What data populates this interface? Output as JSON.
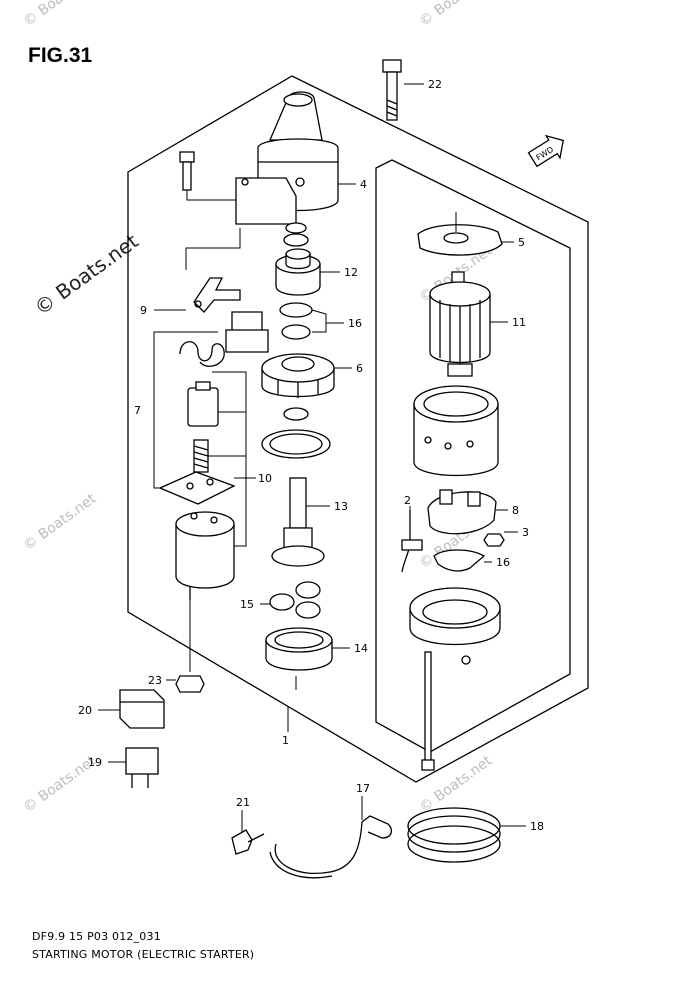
{
  "figure": {
    "title": "FIG.31",
    "code": "DF9.9 15 P03 012_031",
    "caption": "STARTING MOTOR (ELECTRIC STARTER)"
  },
  "watermark": {
    "main": "© Boats.net",
    "faint": "© Boats.net"
  },
  "fwd_label": "FWD",
  "callouts": {
    "c1": "1",
    "c2": "2",
    "c3": "3",
    "c4": "4",
    "c5": "5",
    "c6": "6",
    "c7": "7",
    "c8": "8",
    "c9": "9",
    "c10": "10",
    "c11": "11",
    "c12": "12",
    "c13": "13",
    "c14": "14",
    "c15": "15",
    "c16a": "16",
    "c16b": "16",
    "c17": "17",
    "c18": "18",
    "c19": "19",
    "c20": "20",
    "c21": "21",
    "c22": "22",
    "c23": "23"
  },
  "colors": {
    "line": "#000000",
    "watermark": "#bdbdbd"
  }
}
